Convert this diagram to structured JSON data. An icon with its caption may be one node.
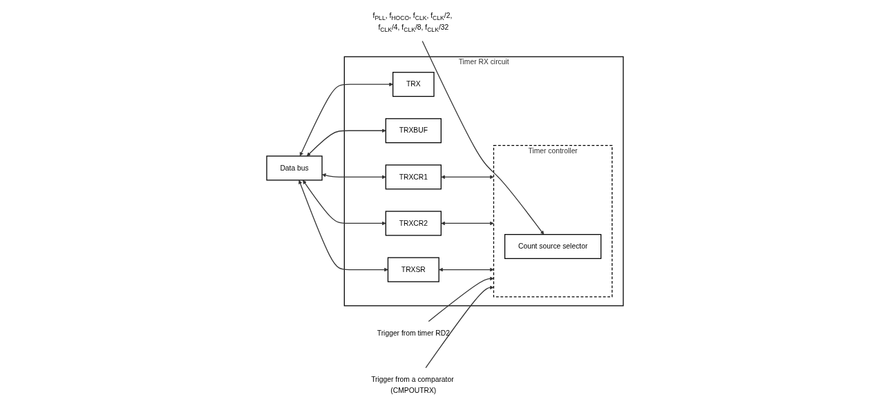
{
  "diagram": {
    "nodes": [
      {
        "text": [
          "Timer RX circuit"
        ]
      },
      {
        "text": [
          "Data bus"
        ]
      },
      {
        "text": [
          "TRX"
        ],
        "in": 0
      },
      {
        "text": [
          "TRXBUF"
        ],
        "in": 0
      },
      {
        "text": [
          "TRXCR1"
        ],
        "in": 0
      },
      {
        "text": [
          "TRXCR2"
        ],
        "in": 0
      },
      {
        "text": [
          "TRXSR"
        ],
        "in": 0
      },
      {
        "text": [
          "Timer controller"
        ],
        "in": 0
      },
      {
        "text": [
          "Count source selector"
        ],
        "in": 7
      },
      {
        "text": [
          "f$_{PLL}$, f$_{HOCO}$, f$_{CLK}$, f$_{CLK}$/2, f$_{CLK}$/4, f$_{CLK}$/8, f$_{CLK}$/32"
        ]
      },
      {
        "text": [
          "Trigger from timer RD2"
        ]
      },
      {
        "text": [
          "Trigger from a comparator (CMPOUTRX)"
        ]
      }
    ],
    "edges": [
      {
        "from": 1,
        "to": 2,
        "arrow": "both"
      },
      {
        "from": 1,
        "to": 3,
        "arrow": "both"
      },
      {
        "from": 1,
        "to": 4,
        "arrow": "both"
      },
      {
        "from": 1,
        "to": 5,
        "arrow": "both"
      },
      {
        "from": 1,
        "to": 6,
        "arrow": "both"
      },
      {
        "from": 4,
        "to": 7,
        "arrow": "both"
      },
      {
        "from": 5,
        "to": 7,
        "arrow": "both"
      },
      {
        "from": 6,
        "to": 7,
        "arrow": "both"
      },
      {
        "from": 9,
        "to": 8,
        "arrow": "to"
      },
      {
        "from": 10,
        "to": 7,
        "arrow": "to"
      },
      {
        "from": 11,
        "to": 7,
        "arrow": "to"
      }
    ]
  }
}
